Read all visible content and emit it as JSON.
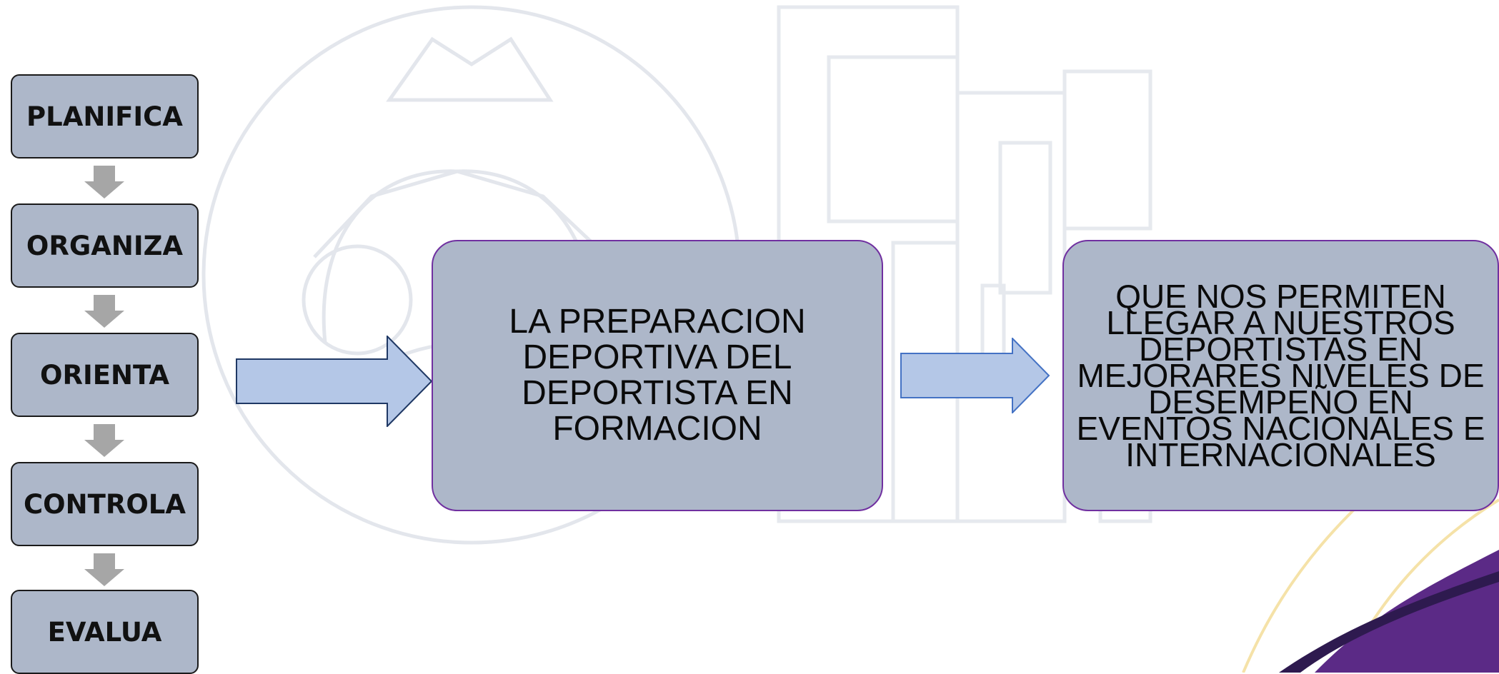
{
  "steps": [
    {
      "label": "PLANIFICA"
    },
    {
      "label": "ORGANIZA"
    },
    {
      "label": "ORIENTA"
    },
    {
      "label": "CONTROLA"
    },
    {
      "label": "EVALUA"
    }
  ],
  "main_box": {
    "text": "LA PREPARACION DEPORTIVA DEL DEPORTISTA EN FORMACION"
  },
  "result_box": {
    "text": "QUE NOS PERMITEN LLEGAR A NUESTROS DEPORTISTAS EN MEJORARES NIVELES DE DESEMPEÑO EN EVENTOS NACIONALES E INTERNACIONALES"
  },
  "colors": {
    "box_fill": "#adb7c9",
    "step_border": "#1a1a1a",
    "box_border": "#7030a0",
    "arrow_fill": "#b4c7e7",
    "down_arrow": "#a6a6a6",
    "accent_purple": "#5b2a86",
    "accent_gold": "#f3dc9a"
  },
  "icons": [
    "helmet-watermark",
    "logo-watermark",
    "down-arrow-icon",
    "right-arrow-icon",
    "corner-swoosh"
  ]
}
